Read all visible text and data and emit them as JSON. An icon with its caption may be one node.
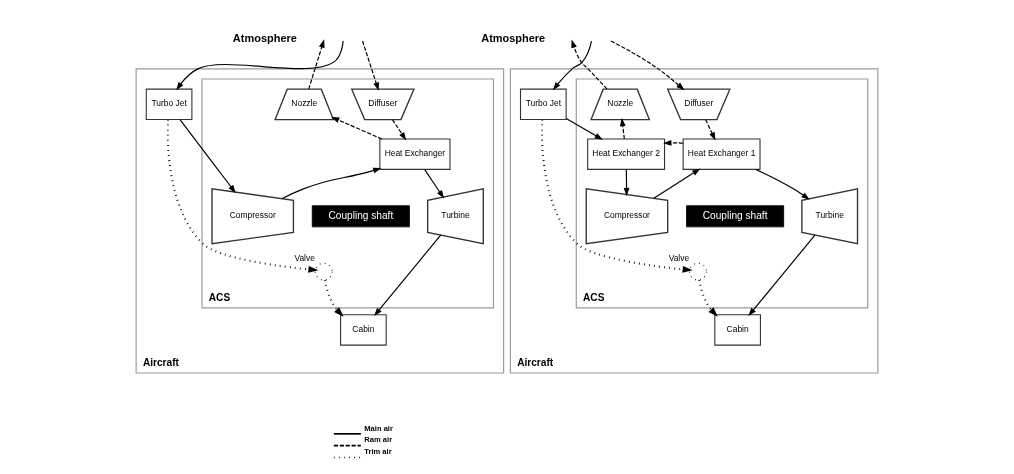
{
  "diagram": {
    "nodes": [
      {
        "text": [
          "Aircraft"
        ]
      },
      {
        "text": [
          "ACS"
        ],
        "in": 0
      },
      {
        "text": [
          "Turbo Jet"
        ],
        "in": 0
      },
      {
        "text": [
          "Nozzle"
        ],
        "in": 1
      },
      {
        "text": [
          "Diffuser"
        ],
        "in": 1
      },
      {
        "text": [
          "Heat Exchanger"
        ],
        "in": 1
      },
      {
        "text": [
          "Compressor"
        ],
        "in": 1
      },
      {
        "text": [
          "Coupling shaft"
        ],
        "in": 1
      },
      {
        "text": [
          "Turbine"
        ],
        "in": 1
      },
      {
        "text": [],
        "shape": "circle",
        "beside": [
          "Valve"
        ],
        "in": 1
      },
      {
        "text": [
          "Cabin"
        ],
        "in": 0
      },
      {
        "text": [
          "Aircraft"
        ]
      },
      {
        "text": [
          "ACS"
        ],
        "in": 11
      },
      {
        "text": [
          "Turbo Jet"
        ],
        "in": 11
      },
      {
        "text": [
          "Nozzle"
        ],
        "in": 12
      },
      {
        "text": [
          "Diffuser"
        ],
        "in": 12
      },
      {
        "text": [
          "Heat Exchanger 2"
        ],
        "in": 12
      },
      {
        "text": [
          "Heat Exchanger 1"
        ],
        "in": 12
      },
      {
        "text": [
          "Compressor"
        ],
        "in": 12
      },
      {
        "text": [
          "Coupling shaft"
        ],
        "in": 12
      },
      {
        "text": [
          "Turbine"
        ],
        "in": 12
      },
      {
        "text": [],
        "shape": "circle",
        "beside": [
          "Valve"
        ],
        "in": 12
      },
      {
        "text": [
          "Cabin"
        ],
        "in": 11
      }
    ],
    "edges": [
      {
        "from": null,
        "to": 2,
        "arrow": "to"
      },
      {
        "from": 2,
        "to": 6,
        "arrow": "to"
      },
      {
        "from": 6,
        "to": 5,
        "arrow": "to"
      },
      {
        "from": 5,
        "to": 8,
        "arrow": "to"
      },
      {
        "from": 8,
        "to": 10,
        "arrow": "to"
      },
      {
        "from": null,
        "to": 4,
        "arrow": "to",
        "style": "dashed"
      },
      {
        "from": 4,
        "to": 5,
        "arrow": "to",
        "style": "dashed"
      },
      {
        "from": 5,
        "to": 3,
        "arrow": "to",
        "style": "dashed"
      },
      {
        "from": 3,
        "to": null,
        "arrow": "to",
        "style": "dashed"
      },
      {
        "from": 2,
        "to": 9,
        "arrow": "to",
        "style": "dashed"
      },
      {
        "from": 9,
        "to": 10,
        "arrow": "to",
        "style": "dashed"
      },
      {
        "from": null,
        "to": 13,
        "arrow": "to"
      },
      {
        "from": 13,
        "to": 16,
        "arrow": "to"
      },
      {
        "from": 16,
        "to": 18,
        "arrow": "to"
      },
      {
        "from": 18,
        "to": 17,
        "arrow": "to"
      },
      {
        "from": 17,
        "to": 20,
        "arrow": "to"
      },
      {
        "from": 20,
        "to": 22,
        "arrow": "to"
      },
      {
        "from": null,
        "to": 15,
        "arrow": "to",
        "style": "dashed"
      },
      {
        "from": 15,
        "to": 17,
        "arrow": "to",
        "style": "dashed"
      },
      {
        "from": 17,
        "to": 16,
        "arrow": "to",
        "style": "dashed"
      },
      {
        "from": 16,
        "to": 14,
        "arrow": "to",
        "style": "dashed"
      },
      {
        "from": 14,
        "to": null,
        "arrow": "to",
        "style": "dashed"
      },
      {
        "from": 13,
        "to": 21,
        "arrow": "to",
        "style": "dashed"
      },
      {
        "from": 21,
        "to": 22,
        "arrow": "to",
        "style": "dashed"
      }
    ],
    "labels": [
      "Atmosphere",
      "Atmosphere"
    ],
    "legend": [
      {
        "text": "Main air"
      },
      {
        "text": "Ram air"
      },
      {
        "text": "Trim air"
      }
    ]
  }
}
